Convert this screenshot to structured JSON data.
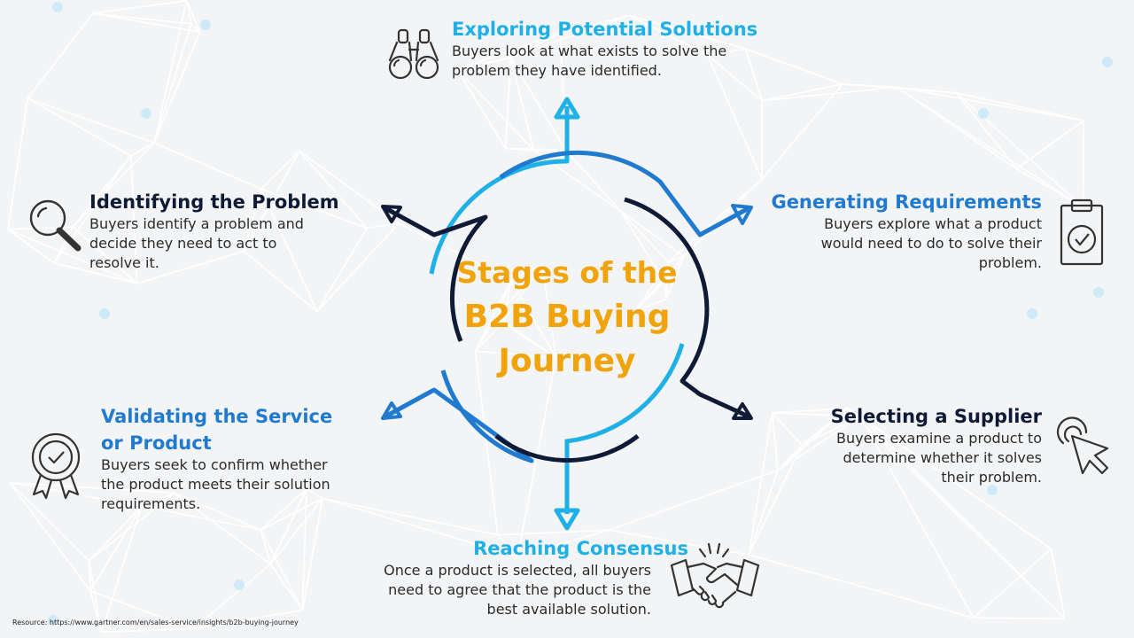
{
  "colors": {
    "light_blue": "#1fb0e8",
    "mid_blue": "#1f7ad0",
    "navy": "#0f1b36",
    "orange": "#f0a30a",
    "background": "#f3f4f6"
  },
  "center": {
    "line1": "Stages of the",
    "line2": "B2B Buying",
    "line3": "Journey"
  },
  "stages": {
    "exploring": {
      "title": "Exploring Potential Solutions",
      "desc": "Buyers look at what exists to solve the problem they have identified.",
      "icon": "binoculars-icon"
    },
    "identifying": {
      "title": "Identifying the Problem",
      "desc": "Buyers identify a problem and decide they need to act to resolve it.",
      "icon": "magnifier-icon"
    },
    "requirements": {
      "title": "Generating Requirements",
      "desc": "Buyers explore what a product would need to do to solve their problem.",
      "icon": "clipboard-check-icon"
    },
    "validating": {
      "title_line1": "Validating the Service",
      "title_line2": "or Product",
      "desc": "Buyers seek to confirm whether the product meets their solution requirements.",
      "icon": "award-badge-icon"
    },
    "supplier": {
      "title": "Selecting a Supplier",
      "desc": "Buyers examine a product to determine whether it solves their problem.",
      "icon": "cursor-click-icon"
    },
    "consensus": {
      "title": "Reaching Consensus",
      "desc": "Once a product is selected, all buyers need to agree that the product is the best available solution.",
      "icon": "handshake-icon"
    }
  },
  "footer": {
    "resource": "Resource: https://www.gartner.com/en/sales-service/insights/b2b-buying-journey"
  }
}
